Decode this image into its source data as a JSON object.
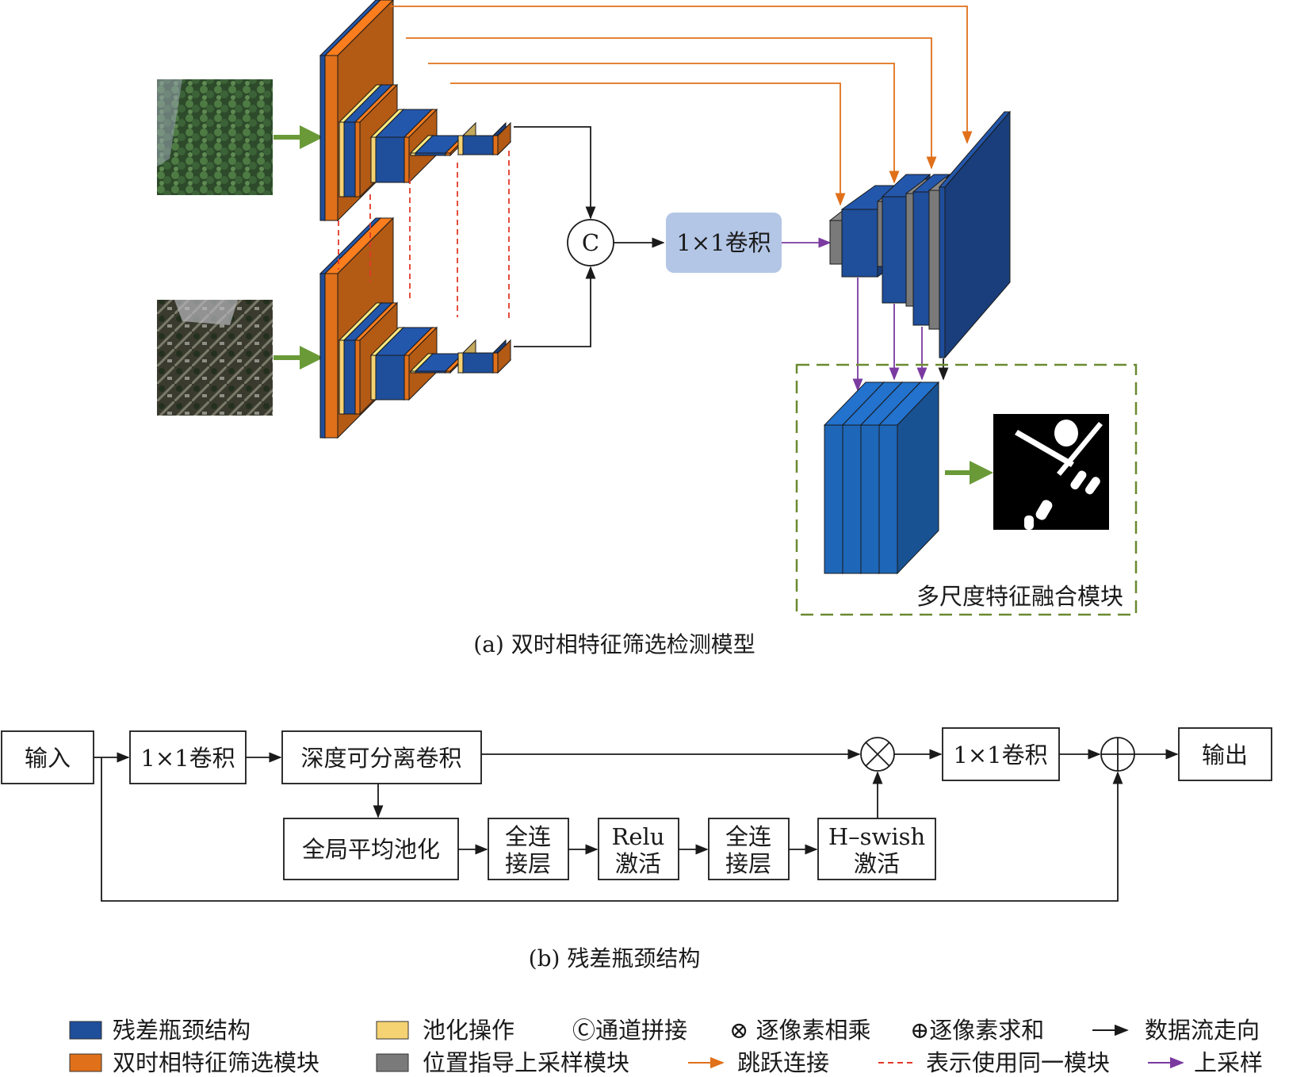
{
  "part_a": {
    "caption": "(a) 双时相特征筛选检测模型",
    "concat_symbol": "C",
    "conv_label": "1×1卷积",
    "fusion_label": "多尺度特征融合模块"
  },
  "part_b": {
    "caption": "(b) 残差瓶颈结构",
    "input": "输入",
    "conv1": "1×1卷积",
    "dwconv": "深度可分离卷积",
    "gap": "全局平均池化",
    "fc1": [
      "全连",
      "接层"
    ],
    "relu": [
      "Relu",
      "激活"
    ],
    "fc2": [
      "全连",
      "接层"
    ],
    "hswish": [
      "H–swish",
      "激活"
    ],
    "conv2": "1×1卷积",
    "output": "输出"
  },
  "legend": {
    "residual": "残差瓶颈结构",
    "dual": "双时相特征筛选模块",
    "pool": "池化操作",
    "upsample_module": "位置指导上采样模块",
    "concat": "Ⓒ通道拼接",
    "multiply": "⊗ 逐像素相乘",
    "add": "⊕逐像素求和",
    "dataflow": "数据流走向",
    "skip": "跳跃连接",
    "same": "表示使用同一模块",
    "upsample": "上采样"
  },
  "colors": {
    "blue": "#1f4e9a",
    "blue_light": "#1e66b8",
    "orange": "#e0701a",
    "yellow": "#f5d272",
    "gray": "#7a7a7a",
    "green": "#6a9a38",
    "purple": "#7a3aa0",
    "red_dash": "#e23a2a",
    "conv_box": "#b4c6e6",
    "dash_green": "#6a8a30"
  }
}
